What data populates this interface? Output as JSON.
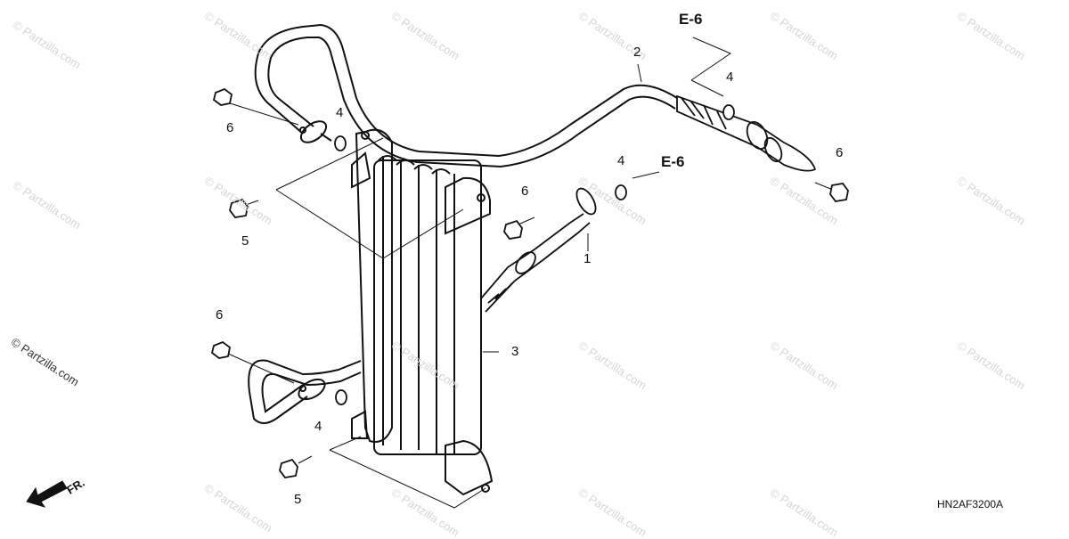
{
  "diagram": {
    "watermark_text": "© Partzilla.com",
    "copyright_text": "© Partzilla.com",
    "diagram_code": "HN2AF3200A",
    "front_label": "FR.",
    "reference_labels": [
      "E-6",
      "E-6"
    ],
    "callouts": {
      "n1": "1",
      "n2": "2",
      "n3": "3",
      "n4a": "4",
      "n4b": "4",
      "n4c": "4",
      "n4d": "4",
      "n5a": "5",
      "n5b": "5",
      "n6a": "6",
      "n6b": "6",
      "n6c": "6",
      "n6d": "6"
    }
  }
}
